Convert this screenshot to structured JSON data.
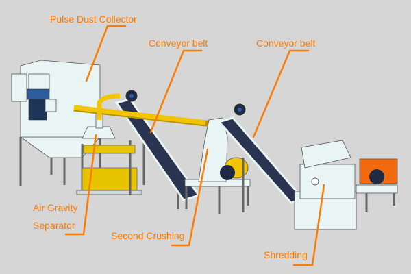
{
  "title": "Recycling production line",
  "labels": {
    "dust_collector": "Pulse Dust Collector",
    "conveyor_1": "Conveyor belt",
    "conveyor_2": "Conveyor belt",
    "air_gravity_line1": "Air Gravity",
    "air_gravity_line2": "Separator",
    "second_crushing": "Second Crushing",
    "shredding": "Shredding"
  },
  "colors": {
    "label": "#ff7a00",
    "background": "#d6d6d6",
    "pipe": "#f2c500",
    "belt": "#2a3350",
    "motor_blue": "#2f5c9c",
    "shredder_motor": "#f26a10"
  }
}
